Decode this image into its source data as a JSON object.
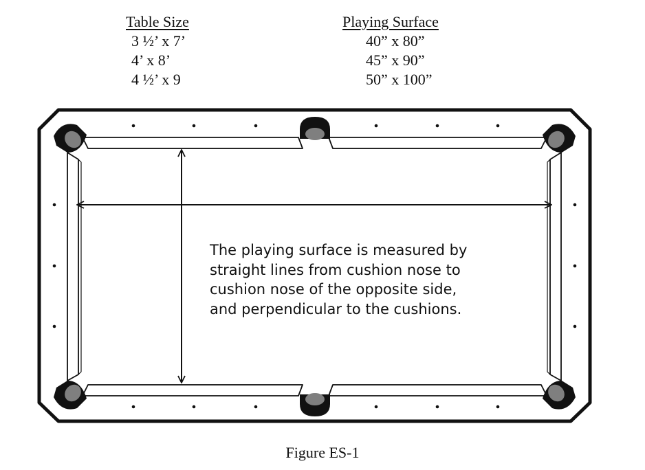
{
  "table": {
    "size_header": "Table Size",
    "surface_header": "Playing Surface",
    "rows": [
      {
        "size": "3 ½’ x 7’",
        "surface": "40” x 80”"
      },
      {
        "size": "4’ x 8’",
        "surface": "45” x 90”"
      },
      {
        "size": "4 ½’ x 9",
        "surface": "50” x 100”"
      }
    ]
  },
  "description": {
    "lines": [
      "The playing surface is measured by",
      "straight lines from cushion nose to",
      "cushion nose of the opposite side,",
      "and perpendicular to the cushions."
    ]
  },
  "caption": "Figure ES-1",
  "colors": {
    "rail_outline": "#111111",
    "pocket_dark": "#111111",
    "pocket_fill": "#7f7f7f"
  }
}
